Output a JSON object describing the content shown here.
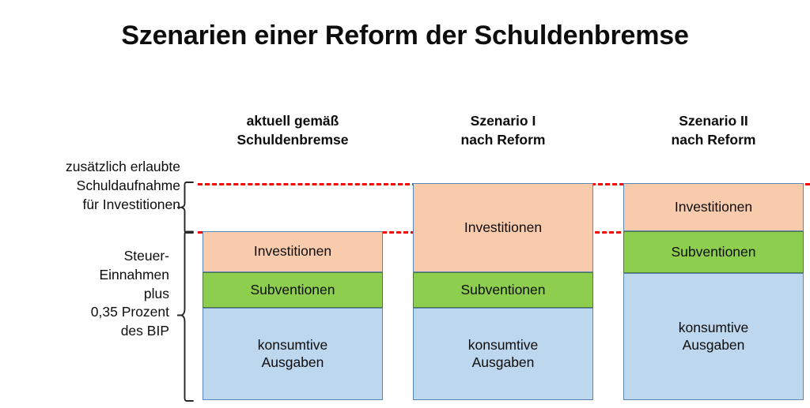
{
  "title": "Szenarien einer Reform der Schuldenbremse",
  "columns": [
    {
      "id": "aktuell",
      "header_line1": "aktuell gemäß",
      "header_line2": "Schuldenbremse",
      "segments": [
        {
          "key": "investitionen",
          "label": "Investitionen",
          "label_line2": ""
        },
        {
          "key": "subventionen",
          "label": "Subventionen",
          "label_line2": ""
        },
        {
          "key": "konsumtive-ausgaben",
          "label": "konsumtive",
          "label_line2": "Ausgaben"
        }
      ]
    },
    {
      "id": "szenario-1",
      "header_line1": "Szenario I",
      "header_line2": "nach Reform",
      "segments": [
        {
          "key": "investitionen",
          "label": "Investitionen",
          "label_line2": ""
        },
        {
          "key": "subventionen",
          "label": "Subventionen",
          "label_line2": ""
        },
        {
          "key": "konsumtive-ausgaben",
          "label": "konsumtive",
          "label_line2": "Ausgaben"
        }
      ]
    },
    {
      "id": "szenario-2",
      "header_line1": "Szenario II",
      "header_line2": "nach Reform",
      "segments": [
        {
          "key": "investitionen",
          "label": "Investitionen",
          "label_line2": ""
        },
        {
          "key": "subventionen",
          "label": "Subventionen",
          "label_line2": ""
        },
        {
          "key": "konsumtive-ausgaben",
          "label": "konsumtive",
          "label_line2": "Ausgaben"
        }
      ]
    }
  ],
  "side_labels": {
    "upper": {
      "line1": "zusätzlich erlaubte",
      "line2": "Schuldaufnahme",
      "line3": "für Investitionen"
    },
    "lower": {
      "line1": "Steuer-",
      "line2": "Einnahmen",
      "line3": "plus",
      "line4": "0,35 Prozent",
      "line5": "des BIP"
    }
  },
  "colors": {
    "investitionen": "#F8CBAD",
    "subventionen": "#8ECE4F",
    "konsumtive_ausgaben": "#BDD7EE",
    "guide_line": "#FF0000",
    "bar_border": "#5B87B5",
    "text": "#0D0D0D"
  },
  "chart_data": {
    "type": "bar",
    "title": "Szenarien einer Reform der Schuldenbremse",
    "xlabel": "",
    "ylabel": "",
    "stacked": true,
    "grid": false,
    "legend": "none",
    "note_upper_bracket": "zusätzlich erlaubte Schuldaufnahme für Investitionen",
    "note_lower_bracket": "Steuer-Einnahmen plus 0,35 Prozent des BIP",
    "guide_lines": [
      {
        "name": "obergrenze-mit-zusatzverschuldung",
        "y_value": 100
      },
      {
        "name": "obergrenze-aktuelle-schuldenbremse",
        "y_value": 78
      }
    ],
    "categories": [
      "aktuell gemäß Schuldenbremse",
      "Szenario I nach Reform",
      "Szenario II nach Reform"
    ],
    "series": [
      {
        "name": "konsumtive Ausgaben",
        "color": "#BDD7EE",
        "values": [
          42,
          42,
          59
        ]
      },
      {
        "name": "Subventionen",
        "color": "#8ECE4F",
        "values": [
          16,
          16,
          19
        ]
      },
      {
        "name": "Investitionen",
        "color": "#F8CBAD",
        "values": [
          19,
          42,
          22
        ]
      }
    ],
    "ylim": [
      0,
      100
    ]
  }
}
